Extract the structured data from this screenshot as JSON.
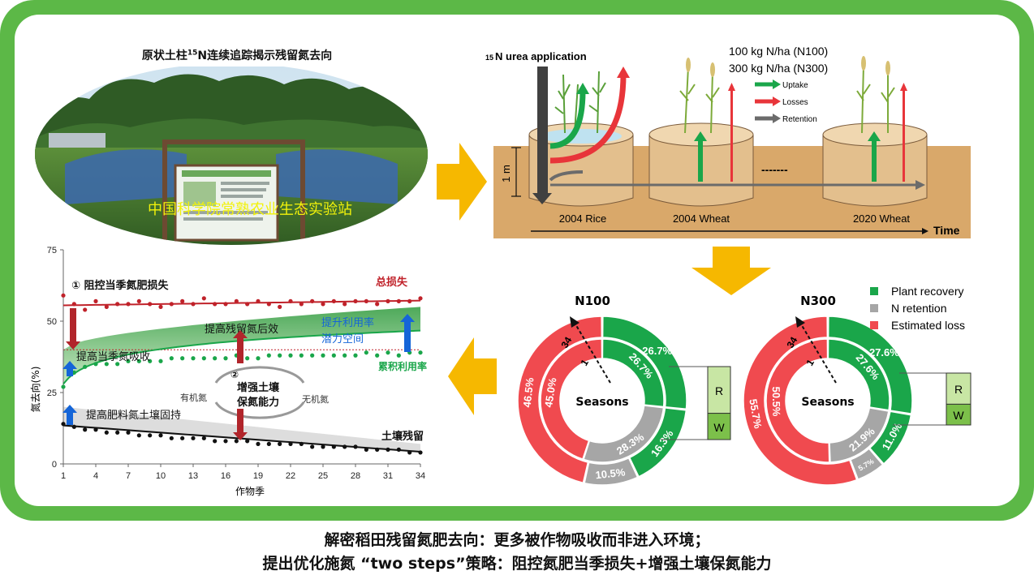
{
  "photo": {
    "title_before": "原状土柱",
    "title_sup": "15",
    "title_after": "N连续追踪揭示残留氮去向",
    "overlay_label": "中国科学院常熟农业生态实验站"
  },
  "schematic": {
    "application_sup": "15",
    "application_label": "N urea application",
    "rate_n100": "100 kg N/ha (N100)",
    "rate_n300": "300 kg N/ha (N300)",
    "legend": [
      {
        "label": "Uptake",
        "color": "#1aa64a"
      },
      {
        "label": "Losses",
        "color": "#e8353a"
      },
      {
        "label": "Retention",
        "color": "#6b6b6b"
      }
    ],
    "depth_label": "1 m",
    "stages": [
      "2004 Rice",
      "2004 Wheat",
      "2020 Wheat"
    ],
    "dash_label": "-------",
    "time_label": "Time"
  },
  "linechart": {
    "ylabel": "氮去向(%)",
    "xlabel": "作物季",
    "yticks": [
      "0",
      "25",
      "50",
      "75"
    ],
    "xticks": [
      "1",
      "4",
      "7",
      "10",
      "13",
      "16",
      "19",
      "22",
      "25",
      "28",
      "31",
      "34"
    ],
    "step1": "① 阻控当季氮肥损失",
    "total_loss": "总损失",
    "improve_efficiency": "提升利用率",
    "potential": "潜力空间",
    "residual_effect": "提高残留氮后效",
    "uptake": "提高当季氮吸收",
    "cumulative": "累积利用率",
    "step2_num": "②",
    "step2_line1": "增强土壤",
    "step2_line2": "保氮能力",
    "organic": "有机氮",
    "inorganic": "无机氮",
    "fixation": "提高肥料氮土壤固持",
    "soil_residual": "土壤残留"
  },
  "chart_data": {
    "type": "line",
    "x": [
      1,
      2,
      3,
      4,
      5,
      6,
      7,
      8,
      9,
      10,
      11,
      12,
      13,
      14,
      15,
      16,
      17,
      18,
      19,
      20,
      21,
      22,
      23,
      24,
      25,
      26,
      27,
      28,
      29,
      30,
      31,
      32,
      33,
      34
    ],
    "xlabel": "作物季",
    "ylabel": "氮去向(%)",
    "ylim": [
      0,
      75
    ],
    "series": [
      {
        "name": "总损失",
        "color": "#c0222a",
        "values": [
          59,
          56,
          54,
          57,
          55,
          56,
          56,
          57,
          56,
          55,
          56,
          57,
          56,
          58,
          56,
          56,
          57,
          56,
          57,
          56,
          55,
          57,
          56,
          57,
          56,
          57,
          56,
          57,
          57,
          56,
          57,
          57,
          57,
          58
        ]
      },
      {
        "name": "累积利用率",
        "color": "#1aa64a",
        "values": [
          27,
          32,
          34,
          35,
          35,
          35,
          36,
          36,
          36,
          36,
          37,
          37,
          37,
          37,
          37,
          37,
          38,
          37,
          37,
          38,
          38,
          38,
          38,
          38,
          38,
          38,
          38,
          38,
          39,
          38,
          39,
          38,
          39,
          39
        ]
      },
      {
        "name": "土壤残留",
        "color": "#111111",
        "values": [
          14,
          13,
          12,
          12,
          11,
          11,
          11,
          10,
          10,
          10,
          9,
          9,
          9,
          9,
          8,
          8,
          8,
          8,
          7,
          7,
          7,
          7,
          7,
          6,
          6,
          6,
          6,
          6,
          5,
          5,
          5,
          5,
          4,
          4
        ]
      }
    ]
  },
  "donuts": {
    "center_label": "Seasons",
    "outer_season": "34",
    "inner_season": "1",
    "legend": [
      {
        "label": "Plant recovery",
        "color": "#1aa64a"
      },
      {
        "label": "N  retention",
        "color": "#a6a6a6"
      },
      {
        "label": "Estimated loss",
        "color": "#f04a4f"
      }
    ],
    "charts": [
      {
        "title": "N100",
        "outer": [
          {
            "label": "26.7%",
            "value": 26.7
          },
          {
            "label": "16.3%",
            "value": 16.3
          },
          {
            "label": "10.5%",
            "value": 10.5
          },
          {
            "label": "46.5%",
            "value": 46.5
          }
        ],
        "inner": [
          {
            "label": "26.7%",
            "value": 26.7
          },
          {
            "label": "28.3%",
            "value": 28.3
          },
          {
            "label": "45.0%",
            "value": 45.0
          }
        ],
        "bar_top": "R",
        "bar_bottom": "W"
      },
      {
        "title": "N300",
        "outer": [
          {
            "label": "27.6%",
            "value": 27.6
          },
          {
            "label": "11.0%",
            "value": 11.0
          },
          {
            "label": "5.7%",
            "value": 5.7
          },
          {
            "label": "55.7%",
            "value": 55.7
          }
        ],
        "inner": [
          {
            "label": "27.6%",
            "value": 27.6
          },
          {
            "label": "21.9%",
            "value": 21.9
          },
          {
            "label": "50.5%",
            "value": 50.5
          }
        ],
        "bar_top": "R",
        "bar_bottom": "W"
      }
    ]
  },
  "caption": {
    "line1": "解密稻田残留氮肥去向：更多被作物吸收而非进入环境；",
    "line2": "提出优化施氮 “two steps”策略：阻控氮肥当季损失+增强土壤保氮能力"
  }
}
